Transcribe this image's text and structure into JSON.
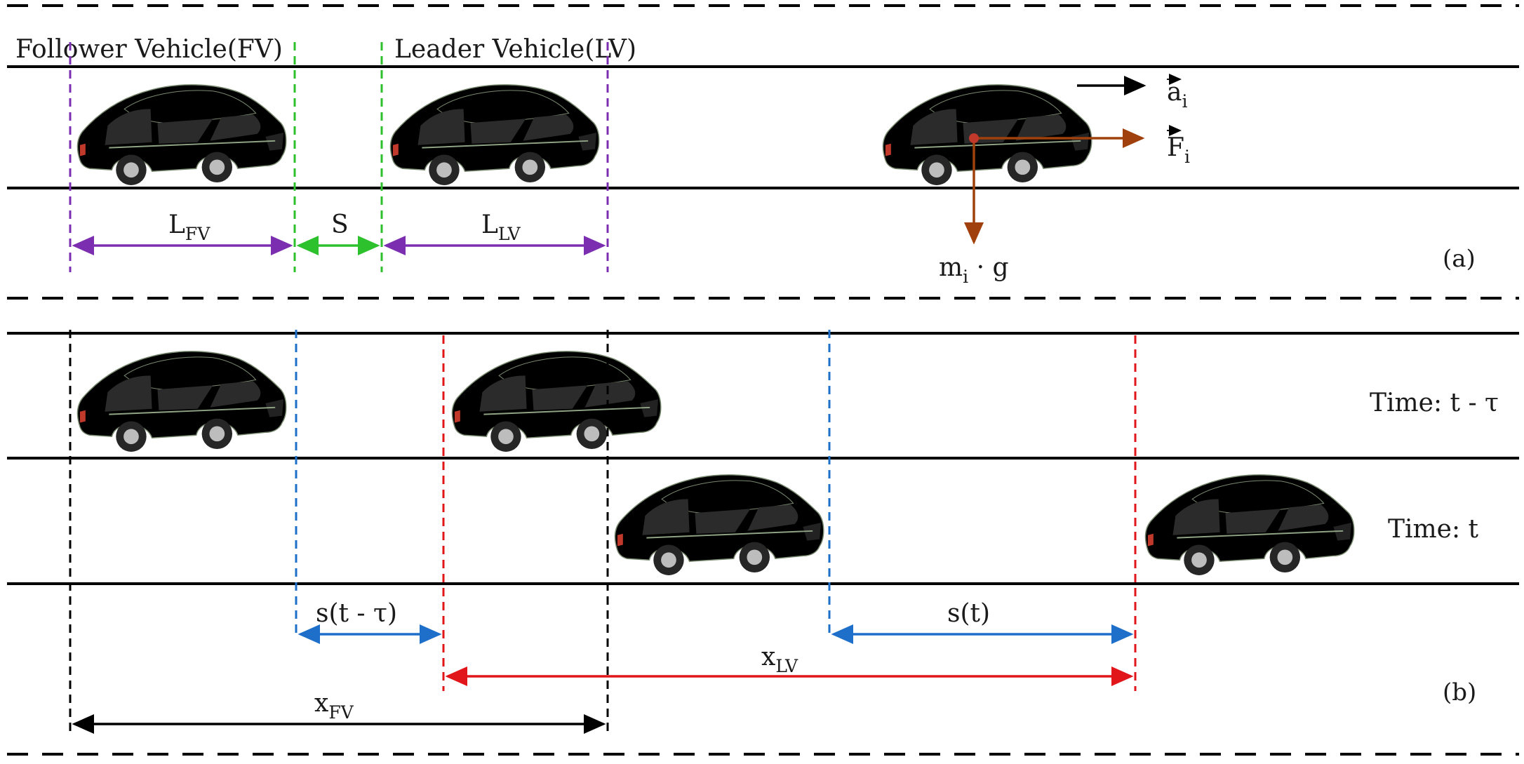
{
  "header": {
    "follower_vehicle": "Follower Vehicle(FV)",
    "leader_vehicle": "Leader Vehicle(LV)"
  },
  "panel_a": {
    "l_fv": {
      "main": "L",
      "sub": "FV"
    },
    "gap": "S",
    "l_lv": {
      "main": "L",
      "sub": "LV"
    },
    "accel": {
      "main": "a",
      "sub": "i"
    },
    "force": {
      "main": "F",
      "sub": "i"
    },
    "weight": {
      "main": "m",
      "sub": "i",
      "rest": " · g"
    },
    "label": "(a)"
  },
  "panel_b": {
    "time_prev": "Time: t - τ",
    "time_now": "Time: t",
    "gap_prev": "s(t - τ)",
    "gap_now": "s(t)",
    "x_lv": {
      "main": "x",
      "sub": "LV"
    },
    "x_fv": {
      "main": "x",
      "sub": "FV"
    },
    "label": "(b)"
  },
  "colors": {
    "follower_body": "#cfe8bd",
    "leader_body": "#2fc41d",
    "purple": "#7b2fb0",
    "green": "#2ec12e",
    "blue": "#1d6fc9",
    "red": "#e0161b",
    "brown": "#a0400c",
    "black": "#000000"
  }
}
